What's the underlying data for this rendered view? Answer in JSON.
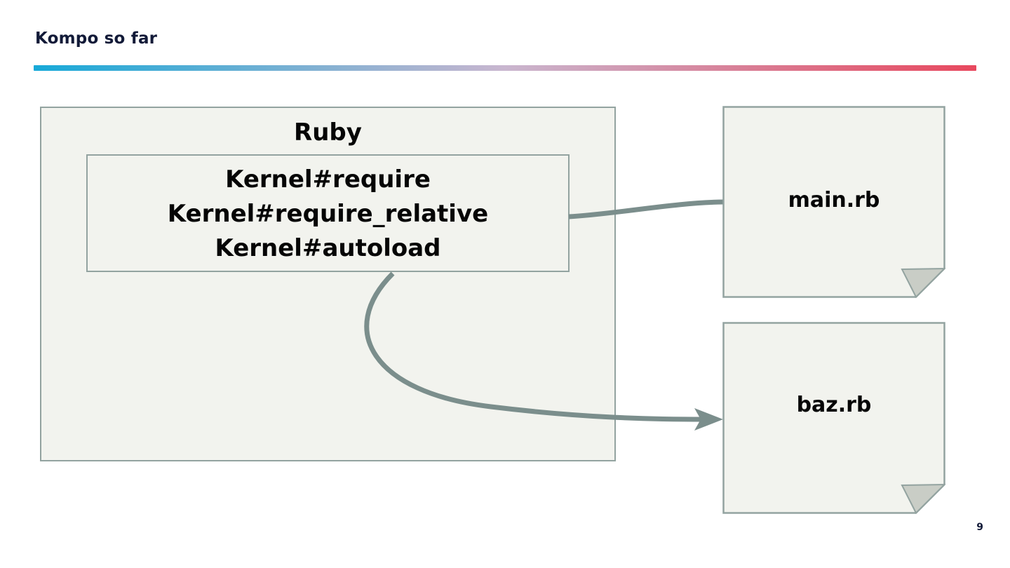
{
  "slide": {
    "title": "Kompo so far",
    "page_number": "9",
    "rule_gradient_start": "#17a9d8",
    "rule_gradient_mid": "#c9b6cf",
    "rule_gradient_end": "#e8485e"
  },
  "diagram": {
    "ruby": {
      "label": "Ruby",
      "fill": "#f2f3ee",
      "border": "#93a3a0",
      "methods": [
        "Kernel#require",
        "Kernel#require_relative",
        "Kernel#autoload"
      ]
    },
    "files": [
      {
        "label": "main.rb",
        "fill": "#f2f3ee",
        "border": "#93a3a0",
        "fold": "#c9cdc6"
      },
      {
        "label": "baz.rb",
        "fill": "#f2f3ee",
        "border": "#93a3a0",
        "fold": "#c9cdc6"
      }
    ],
    "connectors": [
      {
        "from": "kernel-methods",
        "to": "main.rb",
        "style": "curve",
        "arrow": "none",
        "color": "#7b8e8c"
      },
      {
        "from": "kernel-methods",
        "to": "baz.rb",
        "style": "curve",
        "arrow": "right",
        "color": "#7b8e8c"
      }
    ]
  }
}
